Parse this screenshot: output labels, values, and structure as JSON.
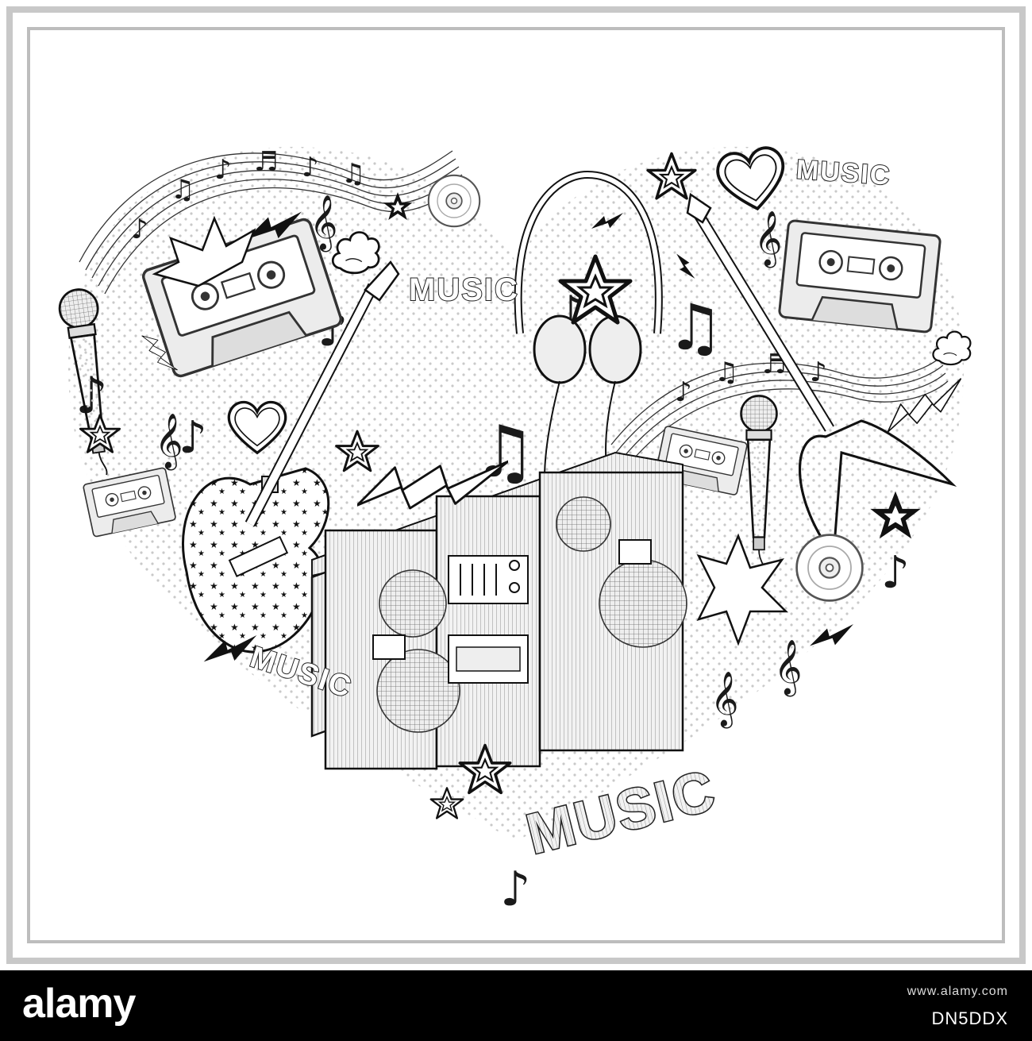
{
  "illustration": {
    "words": {
      "top_center": "MUSIC",
      "top_right": "MUSIC",
      "left": "MUSIC",
      "bottom": "MUSIC"
    },
    "icons": [
      "microphone-icon",
      "cassette-icon",
      "electric-guitar-icon",
      "headphones-icon",
      "boombox-icon",
      "cd-icon",
      "heart-icon",
      "star-icon",
      "lightning-icon",
      "music-note-icon",
      "treble-clef-icon",
      "cloud-icon",
      "music-staff-icon"
    ],
    "colors": {
      "ink": "#1a1a1a",
      "fill": "#e9e9e9",
      "frame": "#c8c8c8",
      "footer": "#000000"
    }
  },
  "footer": {
    "logo": "alamy",
    "stock_id": "DN5DDX",
    "url": "www.alamy.com"
  }
}
